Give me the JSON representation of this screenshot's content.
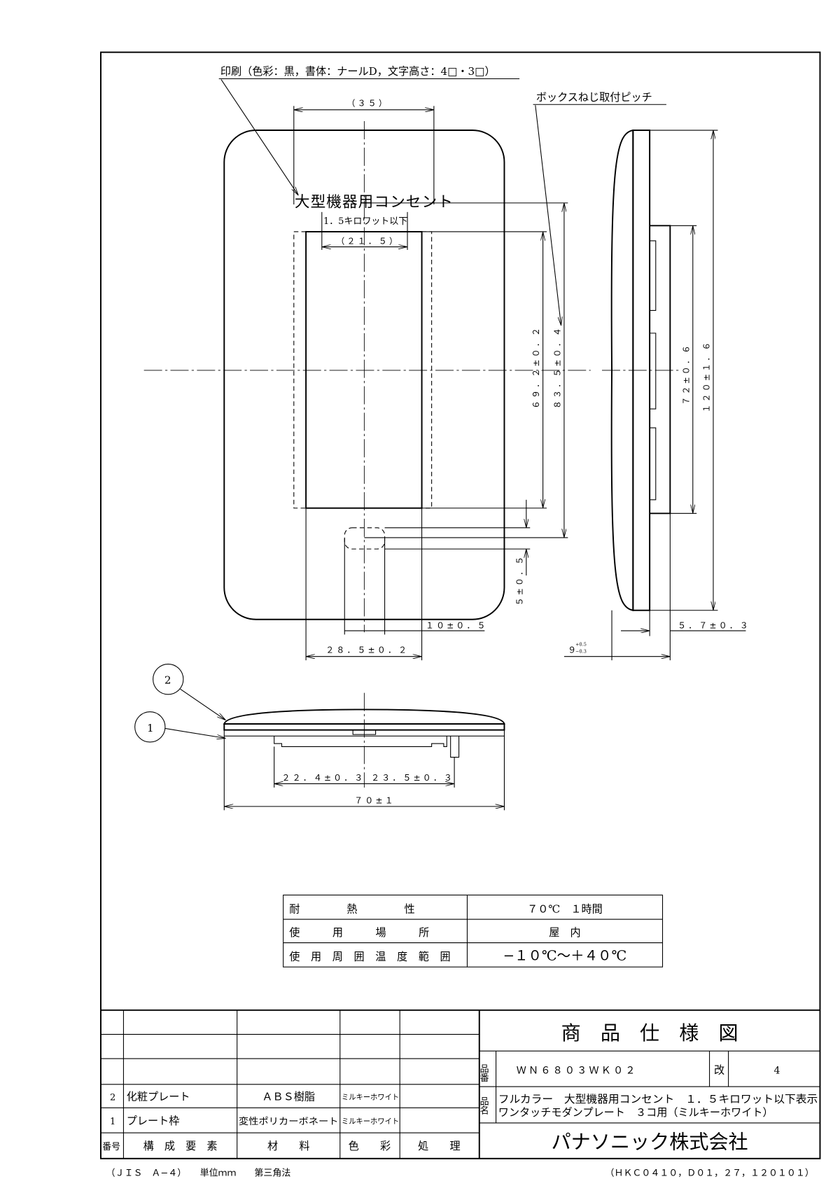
{
  "notes": {
    "print_note": "印刷（色彩：黒，書体：ナールD，文字高さ：4□・3□）",
    "box_screw_pitch": "ボックスねじ取付ピッチ",
    "print_line1": "大型機器用コンセント",
    "print_line2": "1．5キロワット以下"
  },
  "dimensions": {
    "d35": "（３５）",
    "d21_5": "（２１．５）",
    "d69_2": "６９．２±０．２",
    "d83_5": "８３．５±０．４",
    "d5": "５±０．５",
    "d10": "１０±０．５",
    "d28_5": "２８．５±０．２",
    "d120": "１２０±１．６",
    "d72": "７２±０．６",
    "d5_7": "５．７±０．３",
    "d9": "９",
    "d9_tol_plus": "+0.5",
    "d9_tol_minus": "−0.3",
    "d22_4": "２２．４±０．３",
    "d23_5": "２３．５±０．３",
    "d70": "７０±１"
  },
  "balloons": [
    "2",
    "1"
  ],
  "spec_table": [
    {
      "label": "耐　　　熱　　　性",
      "value": "７０℃　１時間"
    },
    {
      "label": "使　　用　　場　　所",
      "value": "屋　内"
    },
    {
      "label": "使 用 周 囲 温 度 範 囲",
      "value": "−１０℃～＋４０℃"
    }
  ],
  "parts_table": {
    "rows": [
      {
        "no": "2",
        "name": "化粧プレート",
        "material": "ＡＢＳ樹脂",
        "color": "ミルキーホワイト",
        "finish": ""
      },
      {
        "no": "1",
        "name": "プレート枠",
        "material": "変性ポリカーボネート",
        "color": "ミルキーホワイト",
        "finish": ""
      }
    ],
    "header": {
      "no": "番号",
      "name": "構　成　要　素",
      "material": "材　　料",
      "color": "色　　彩",
      "finish": "処　　理"
    }
  },
  "title_block": {
    "title": "商　品　仕　様　図",
    "part_no_label": "品番",
    "part_no": "ＷＮ６８０３ＷＫ０２",
    "rev_label": "改",
    "rev": "4",
    "name_label": "品名",
    "name_line1": "フルカラー　大型機器用コンセント　１．５キロワット以下表示",
    "name_line2": "ワンタッチモダンプレート　３コ用（ミルキーホワイト）",
    "company": "パナソニック株式会社"
  },
  "footer": {
    "left": "（ＪＩＳ　Ａ−４）　　単位ｍｍ　　第三角法",
    "right": "（ＨＫＣ０４１０，Ｄ０１，２７，１２０１０１）"
  }
}
